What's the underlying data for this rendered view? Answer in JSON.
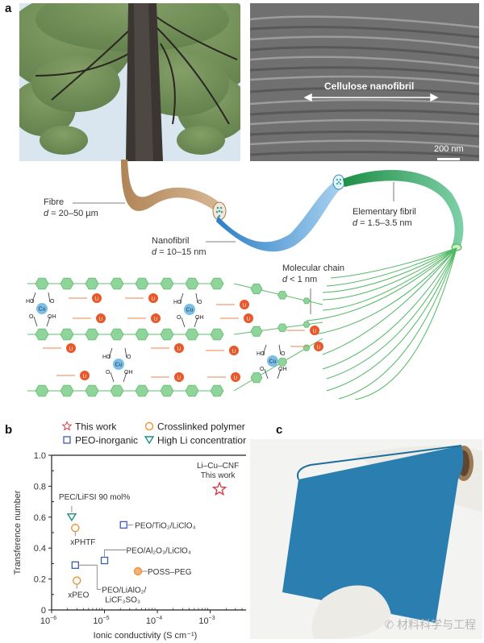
{
  "figure": {
    "panels": {
      "a": "a",
      "b": "b",
      "c": "c"
    }
  },
  "panel_a": {
    "sem_label": "Cellulose nanofibril",
    "scale_bar": "200 nm",
    "hierarchy": [
      {
        "name": "Fibre",
        "d_prefix": "d",
        "d_value": " = 20–50 µm"
      },
      {
        "name": "Nanofibril",
        "d_prefix": "d",
        "d_value": " = 10–15 nm"
      },
      {
        "name": "Elementary fibril",
        "d_prefix": "d",
        "d_value": " = 1.5–3.5 nm"
      },
      {
        "name": "Molecular chain",
        "d_prefix": "d",
        "d_value": " < 1 nm"
      }
    ],
    "molecule_labels": {
      "cu": "Cu",
      "li": "Li",
      "ho": "HO",
      "oh": "OH",
      "o": "O"
    },
    "colors": {
      "fibre": "#c9a57a",
      "nanofibril": "#4a9ad6",
      "elementary": "#2fa85a",
      "chain": "#8fd49a",
      "li": "#e8582a",
      "cu": "#7bbfe8"
    }
  },
  "panel_c": {
    "watermark": "材料科学与工程",
    "film_color": "#2a7fb0"
  },
  "chart_data": {
    "type": "scatter",
    "title": "",
    "xlabel": "Ionic conductivity (S cm⁻¹)",
    "ylabel": "Transference number",
    "xscale": "log",
    "xlim": [
      1e-06,
      0.004
    ],
    "ylim": [
      0,
      1.0
    ],
    "xticks": [
      {
        "v": 1e-06,
        "base": "10",
        "exp": "−6"
      },
      {
        "v": 1e-05,
        "base": "10",
        "exp": "−5"
      },
      {
        "v": 0.0001,
        "base": "10",
        "exp": "−4"
      },
      {
        "v": 0.001,
        "base": "10",
        "exp": "−3"
      }
    ],
    "yticks": [
      {
        "v": 0,
        "label": "0"
      },
      {
        "v": 0.2,
        "label": "0.2"
      },
      {
        "v": 0.4,
        "label": "0.4"
      },
      {
        "v": 0.6,
        "label": "0.6"
      },
      {
        "v": 0.8,
        "label": "0.8"
      },
      {
        "v": 1.0,
        "label": "1.0"
      }
    ],
    "legend": [
      {
        "name": "This work",
        "marker": "star",
        "color": "#d8343f"
      },
      {
        "name": "Crosslinked polymer",
        "marker": "circle",
        "color": "#e8953a"
      },
      {
        "name": "PEO-inorganic",
        "marker": "square",
        "color": "#3b5fa8"
      },
      {
        "name": "High Li concentration",
        "marker": "triangle",
        "color": "#1f8f86"
      }
    ],
    "legend_position": "top",
    "points": [
      {
        "series": "This work",
        "x": 0.0015,
        "y": 0.78,
        "label": "Li–Cu–CNF",
        "label2": "This work"
      },
      {
        "series": "High Li concentration",
        "x": 2.4e-06,
        "y": 0.6,
        "label": "PEC/LiFSI 90 mol%"
      },
      {
        "series": "Crosslinked polymer",
        "x": 2.8e-06,
        "y": 0.53,
        "label": "xPHTF"
      },
      {
        "series": "Crosslinked polymer",
        "x": 3e-06,
        "y": 0.19,
        "label": "xPEO"
      },
      {
        "series": "Crosslinked polymer",
        "x": 4.3e-05,
        "y": 0.25,
        "label": "POSS–PEG",
        "filled": true
      },
      {
        "series": "PEO-inorganic",
        "x": 2.3e-05,
        "y": 0.55,
        "label": "PEO/TiO₂/LiClO₄"
      },
      {
        "series": "PEO-inorganic",
        "x": 1e-05,
        "y": 0.32,
        "label": "PEO/Al₂O₃/LiClO₄"
      },
      {
        "series": "PEO-inorganic",
        "x": 2.8e-06,
        "y": 0.29,
        "label": "PEO/LiAlO₂/",
        "label2": "LiCF₃SO₃"
      }
    ]
  }
}
